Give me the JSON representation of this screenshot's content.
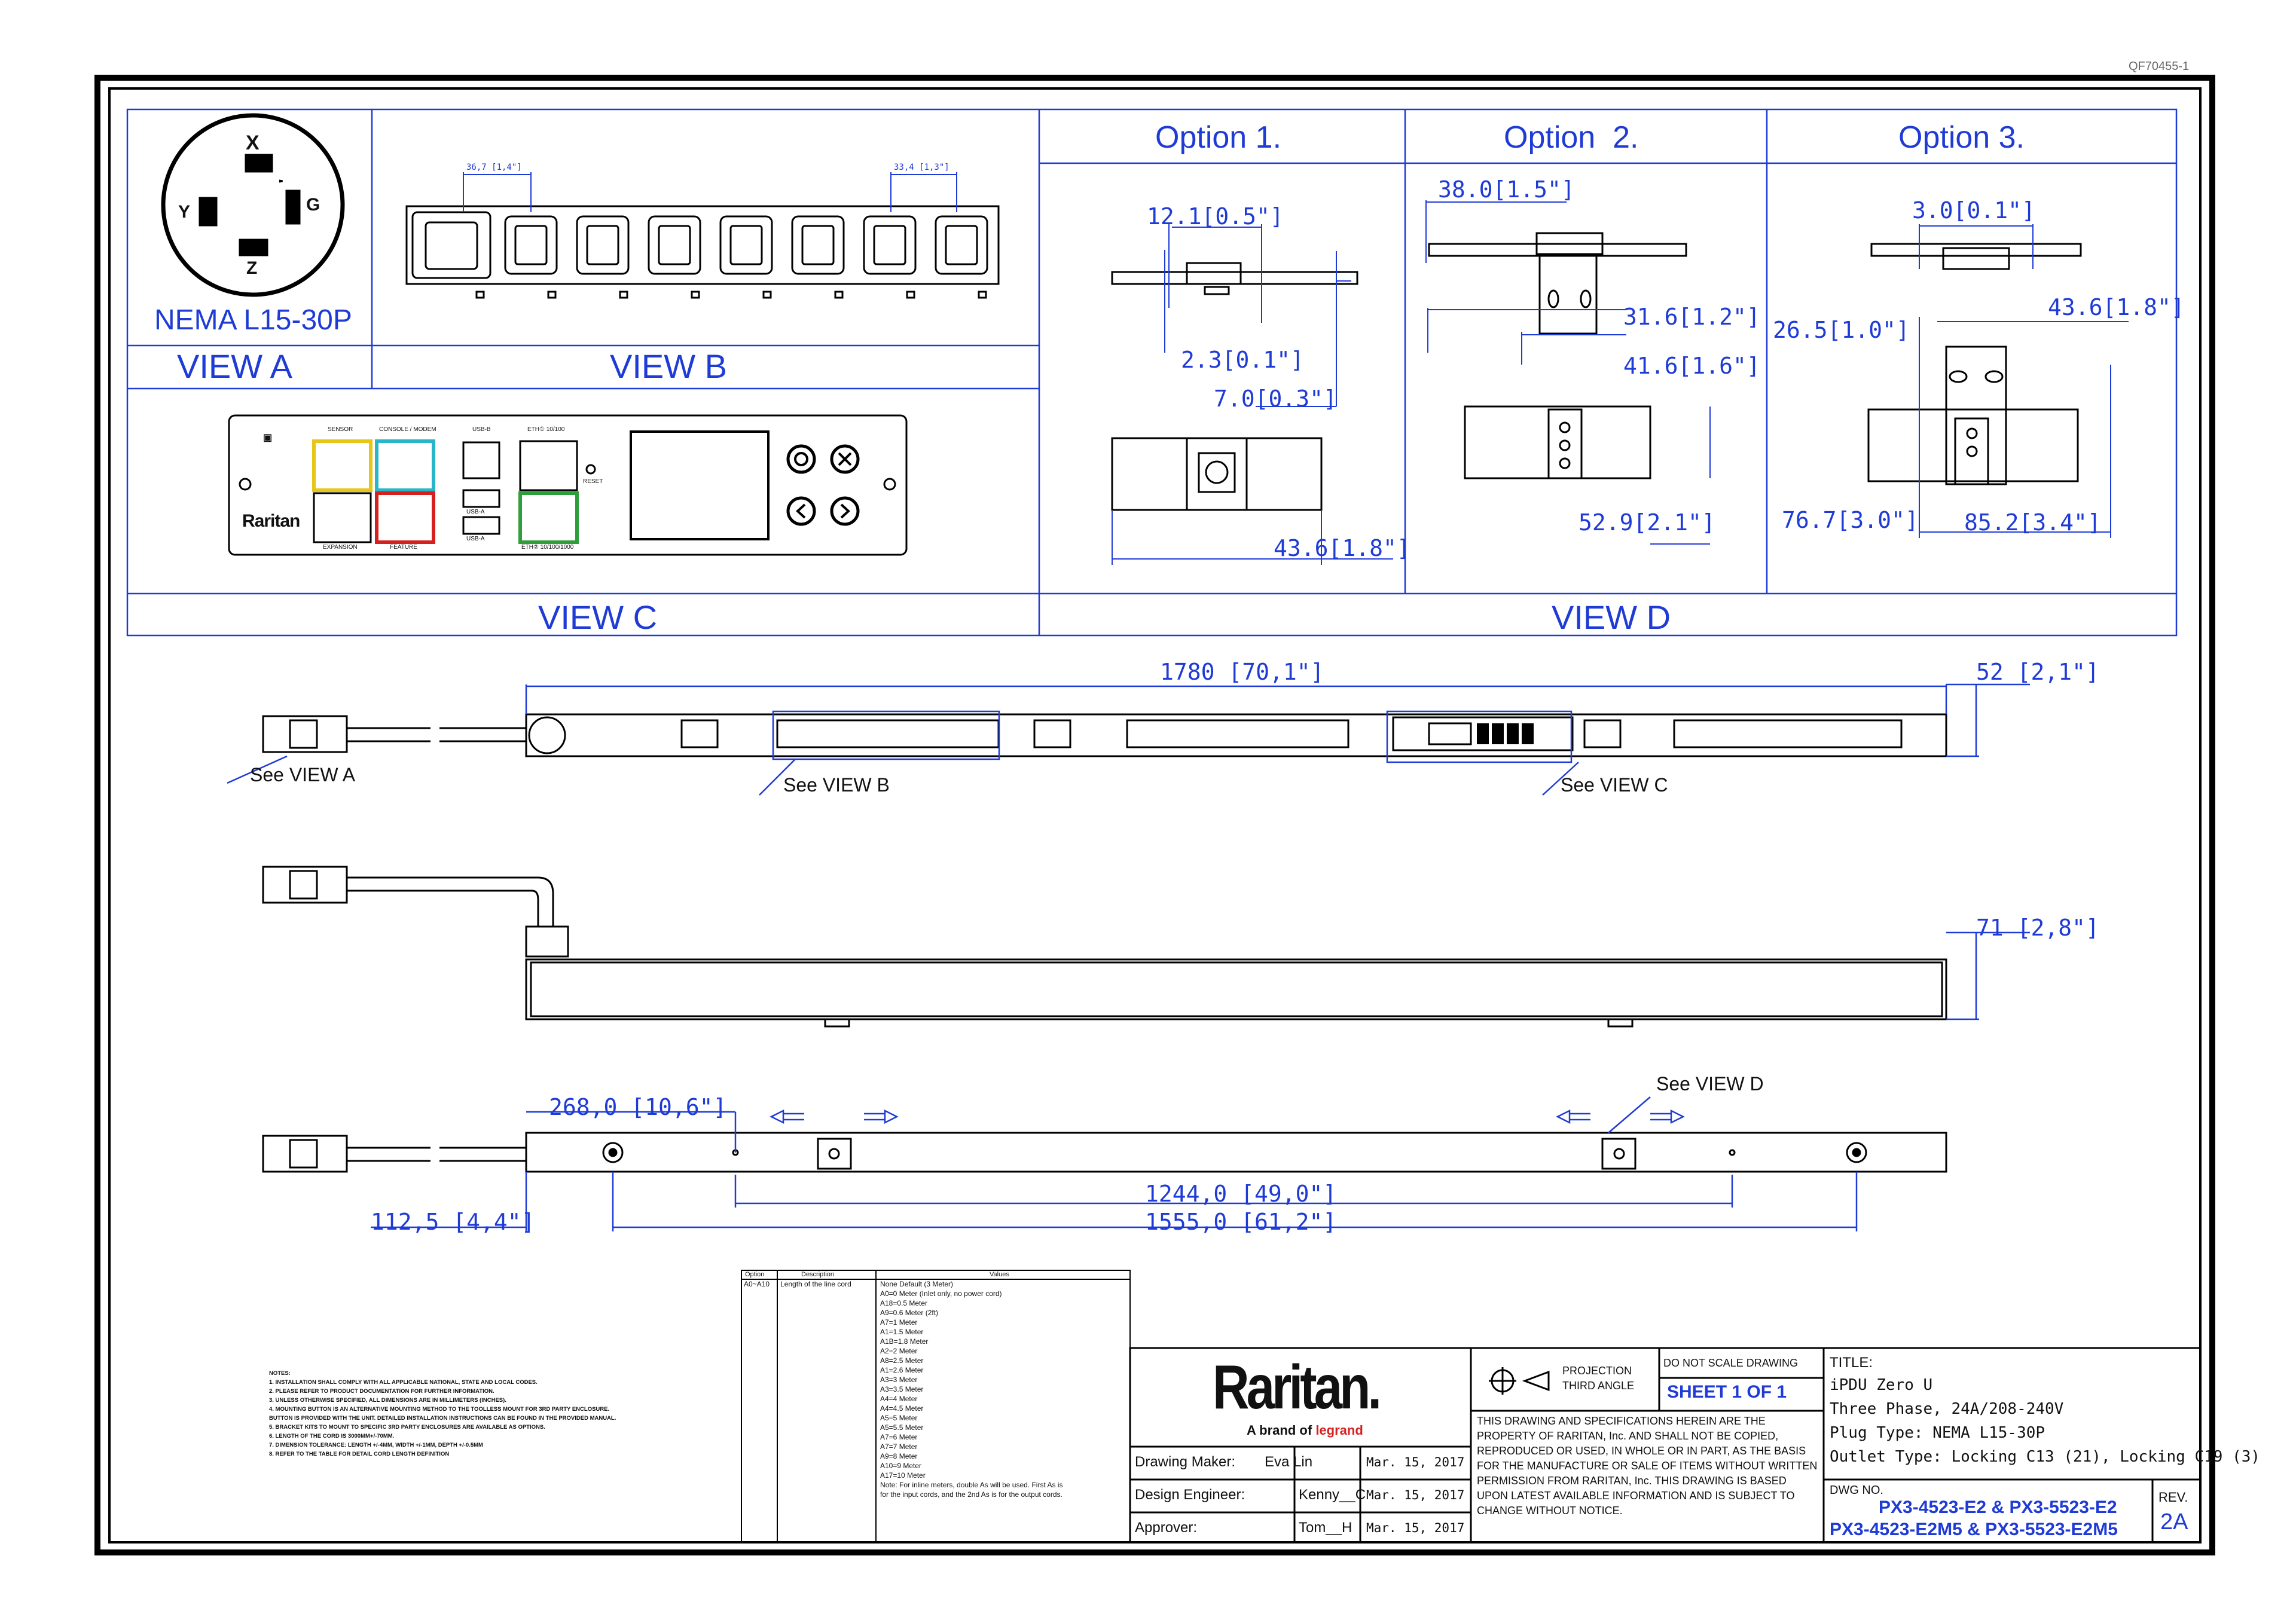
{
  "drawing_ref": "QF70455-1",
  "views": {
    "a": {
      "label": "VIEW A",
      "plug": "NEMA L15-30P",
      "pins": {
        "x": "X",
        "y": "Y",
        "g": "G",
        "z": "Z"
      }
    },
    "b": {
      "label": "VIEW B",
      "dim_left": "36,7 [1,4\"]",
      "dim_right": "33,4 [1,3\"]"
    },
    "c": {
      "label": "VIEW C",
      "ports": {
        "sensor": "SENSOR",
        "console": "CONSOLE / MODEM",
        "usb_b": "USB-B",
        "eth1": "ETH① 10/100",
        "expansion": "EXPANSION",
        "feature": "FEATURE",
        "usb_a1": "USB-A",
        "usb_a2": "USB-A",
        "eth2": "ETH② 10/100/1000",
        "reset": "RESET"
      },
      "brand": "Raritan"
    },
    "d": {
      "label": "VIEW D"
    }
  },
  "options": [
    {
      "label": "Option 1.",
      "dims": [
        "12.1[0.5\"]",
        "2.3[0.1\"]",
        "7.0[0.3\"]",
        "43.6[1.8\"]"
      ]
    },
    {
      "label": "Option  2.",
      "dims": [
        "38.0[1.5\"]",
        "31.6[1.2\"]",
        "41.6[1.6\"]",
        "52.9[2.1\"]"
      ]
    },
    {
      "label": "Option 3.",
      "dims": [
        "3.0[0.1\"]",
        "43.6[1.8\"]",
        "26.5[1.0\"]",
        "76.7[3.0\"]",
        "85.2[3.4\"]"
      ]
    }
  ],
  "front": {
    "length": "1780 [70,1\"]",
    "width": "52 [2,1\"]",
    "see_a": "See VIEW A",
    "see_b": "See VIEW B",
    "see_c": "See VIEW C"
  },
  "side": {
    "depth": "71 [2,8\"]"
  },
  "back": {
    "d1": "268,0 [10,6\"]",
    "d2": "1244,0 [49,0\"]",
    "d3": "1555,0 [61,2\"]",
    "d4": "112,5 [4,4\"]",
    "see_d": "See VIEW D"
  },
  "option_table": {
    "headers": [
      "Option",
      "Description",
      "Values"
    ],
    "option": "A0~A10",
    "description": "Length of the line cord",
    "values": [
      "None Default (3 Meter)",
      "A0=0 Meter (Inlet only, no power cord)",
      "A18=0.5 Meter",
      "A9=0.6 Meter (2ft)",
      "A7=1 Meter",
      "A1=1.5 Meter",
      "A1B=1.8 Meter",
      "A2=2 Meter",
      "A8=2.5 Meter",
      "A1=2.6 Meter",
      "A3=3 Meter",
      "A3=3.5 Meter",
      "A4=4 Meter",
      "A4=4.5 Meter",
      "A5=5 Meter",
      "A5=5.5 Meter",
      "A7=6 Meter",
      "A7=7 Meter",
      "A9=8 Meter",
      "A10=9 Meter",
      "A17=10 Meter",
      "Note: For inline meters, double As will be used. First As is",
      "for the input cords, and the 2nd As is for the output cords."
    ]
  },
  "notes": {
    "title": "NOTES:",
    "items": [
      "1. INSTALLATION SHALL COMPLY WITH ALL APPLICABLE NATIONAL, STATE AND LOCAL CODES.",
      "2. PLEASE REFER TO PRODUCT DOCUMENTATION FOR FURTHER INFORMATION.",
      "3. UNLESS OTHERWISE SPECIFIED, ALL DIMENSIONS ARE IN MILLIMETERS (INCHES).",
      "4. MOUNTING BUTTON IS AN ALTERNATIVE MOUNTING METHOD TO THE TOOLLESS MOUNT FOR 3RD PARTY ENCLOSURE.",
      "   BUTTON IS PROVIDED WITH THE UNIT. DETAILED INSTALLATION INSTRUCTIONS CAN BE FOUND IN THE PROVIDED MANUAL.",
      "5. BRACKET KITS TO MOUNT TO SPECIFIC 3RD PARTY ENCLOSURES ARE AVAILABLE AS OPTIONS.",
      "6. LENGTH OF THE CORD IS 3000MM+/-70MM.",
      "7. DIMENSION TOLERANCE: LENGTH +/-4MM, WIDTH +/-1MM, DEPTH +/-0.5MM",
      "8. REFER TO THE TABLE FOR DETAIL CORD LENGTH DEFINITION"
    ]
  },
  "title_block": {
    "logo": "Raritan.",
    "tagline_prefix": "A brand of",
    "tagline_brand": "legrand",
    "projection": "PROJECTION",
    "angle": "THIRD ANGLE",
    "do_not_scale": "DO NOT SCALE DRAWING",
    "sheet": "SHEET 1 OF 1",
    "disclaimer": "THIS DRAWING AND SPECIFICATIONS HEREIN ARE THE PROPERTY OF RARITAN, Inc. AND SHALL NOT BE COPIED, REPRODUCED OR USED, IN WHOLE OR IN PART, AS THE BASIS FOR THE MANUFACTURE OR SALE OF ITEMS WITHOUT WRITTEN PERMISSION FROM RARITAN, Inc. THIS DRAWING IS BASED UPON LATEST AVAILABLE INFORMATION AND IS SUBJECT TO CHANGE WITHOUT NOTICE.",
    "rows": [
      {
        "role": "Drawing Maker:",
        "name": "Eva Lin",
        "date": "Mar. 15, 2017"
      },
      {
        "role": "Design Engineer:",
        "name": "Kenny__C",
        "date": "Mar. 15, 2017"
      },
      {
        "role": "Approver:",
        "name": "Tom__H",
        "date": "Mar. 15, 2017"
      }
    ],
    "title_label": "TITLE:",
    "title_lines": [
      "iPDU Zero U",
      "Three Phase, 24A/208-240V",
      "Plug Type: NEMA L15-30P",
      "Outlet Type: Locking C13 (21), Locking C19 (3)"
    ],
    "dwg_label": "DWG NO.",
    "dwg_line1": "PX3-4523-E2 & PX3-5523-E2",
    "dwg_line2": "PX3-4523-E2M5 & PX3-5523-E2M5",
    "rev_label": "REV.",
    "rev": "2A"
  },
  "colors": {
    "dimension": "#1f3bd6",
    "outline": "#000000",
    "sensor_port": "#e6c619",
    "console_port": "#29b6c9",
    "feature_port": "#d62020",
    "eth_port": "#2e9e3a"
  }
}
